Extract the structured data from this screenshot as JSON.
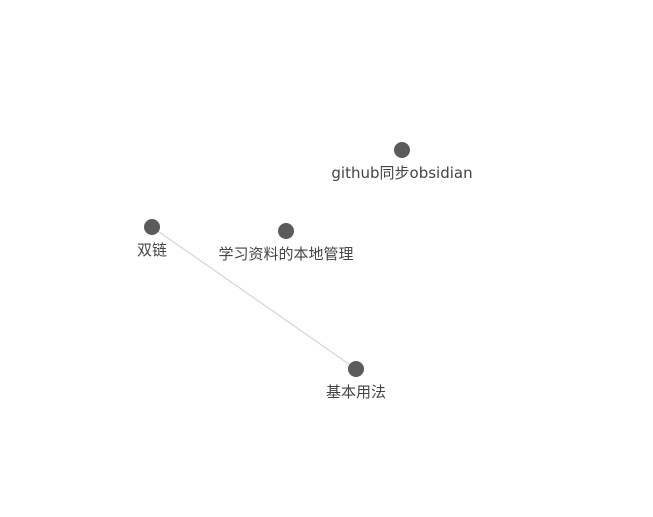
{
  "graph": {
    "colors": {
      "background": "#ffffff",
      "node": "#5b5b5b",
      "edge": "#cccccc",
      "label": "#444444"
    },
    "nodes": [
      {
        "id": "github-sync",
        "label": "github同步obsidian"
      },
      {
        "id": "double-link",
        "label": "双链"
      },
      {
        "id": "local-study-materials",
        "label": "学习资料的本地管理"
      },
      {
        "id": "basic-usage",
        "label": "基本用法"
      }
    ],
    "edges": [
      {
        "from": "double-link",
        "to": "basic-usage"
      }
    ]
  }
}
